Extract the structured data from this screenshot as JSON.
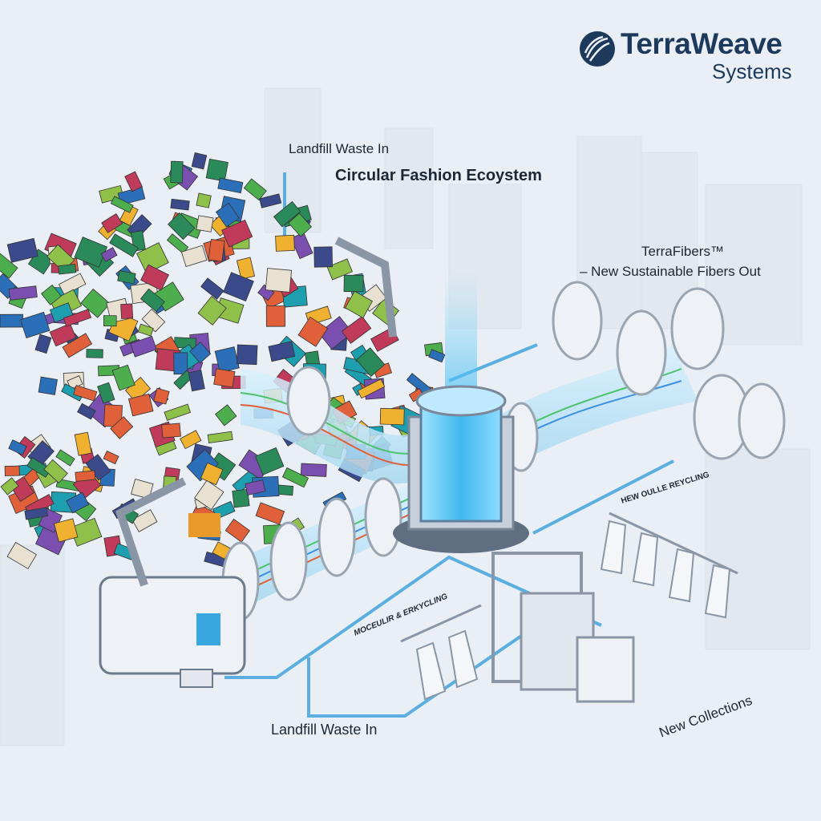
{
  "logo": {
    "brand": "TerraWeave",
    "subtitle": "Systems",
    "icon": "woven-globe-icon",
    "color": "#1d3a5c"
  },
  "labels": {
    "landfill_top": "Landfill Waste In",
    "title": "Circular Fashion Ecoystem",
    "fibers_name": "TerraFibers™",
    "fibers_desc": "– New Sustainable Fibers Out",
    "path_upper": "HEW OULLE REYCLING",
    "path_lower": "MOCEULIR & ERKYCLING",
    "landfill_bottom": "Landfill Waste In",
    "collections": "New Collections"
  },
  "colors": {
    "flow_line": "#5aaee0",
    "background": "#e9eff4",
    "liquid": "#4fc3f0"
  }
}
